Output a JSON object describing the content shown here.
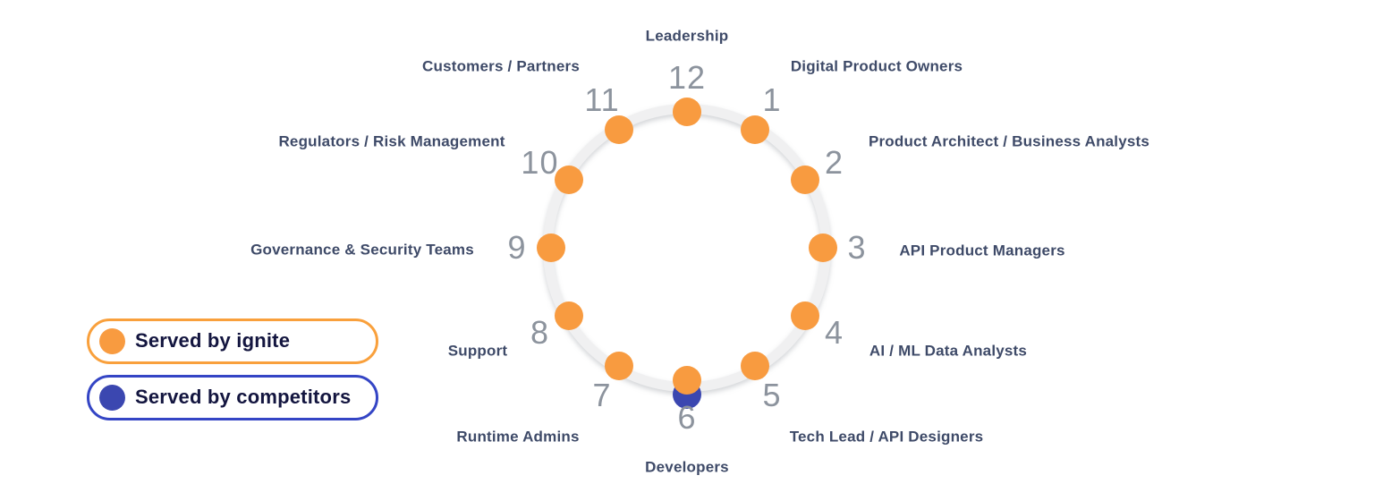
{
  "colors": {
    "ignite_orange": "#F89B40",
    "competitor_blue": "#3B47B0",
    "ring_gray": "#F0F0F1",
    "number_gray": "#8C939D",
    "role_label_navy": "#3E4A68",
    "legend_text_navy": "#13153F",
    "legend_orange_border": "#F9A03C",
    "legend_blue_border": "#3445C5"
  },
  "legend": {
    "items": [
      {
        "id": "ignite",
        "label": "Served by ignite",
        "dot_color": "#F89B40",
        "border_color": "#F9A03C"
      },
      {
        "id": "competitors",
        "label": "Served by competitors",
        "dot_color": "#3B47B0",
        "border_color": "#3445C5"
      }
    ]
  },
  "clock": {
    "positions": [
      {
        "number": "12",
        "label": "Leadership",
        "served_by": [
          "ignite"
        ]
      },
      {
        "number": "1",
        "label": "Digital Product Owners",
        "served_by": [
          "ignite"
        ]
      },
      {
        "number": "2",
        "label": "Product Architect / Business Analysts",
        "served_by": [
          "ignite"
        ]
      },
      {
        "number": "3",
        "label": "API Product Managers",
        "served_by": [
          "ignite"
        ]
      },
      {
        "number": "4",
        "label": "AI / ML Data Analysts",
        "served_by": [
          "ignite"
        ]
      },
      {
        "number": "5",
        "label": "Tech Lead / API Designers",
        "served_by": [
          "ignite"
        ]
      },
      {
        "number": "6",
        "label": "Developers",
        "served_by": [
          "ignite",
          "competitors"
        ]
      },
      {
        "number": "7",
        "label": "Runtime Admins",
        "served_by": [
          "ignite"
        ]
      },
      {
        "number": "8",
        "label": "Support",
        "served_by": [
          "ignite"
        ]
      },
      {
        "number": "9",
        "label": "Governance & Security Teams",
        "served_by": [
          "ignite"
        ]
      },
      {
        "number": "10",
        "label": "Regulators / Risk Management",
        "served_by": [
          "ignite"
        ]
      },
      {
        "number": "11",
        "label": "Customers / Partners",
        "served_by": [
          "ignite"
        ]
      }
    ]
  }
}
